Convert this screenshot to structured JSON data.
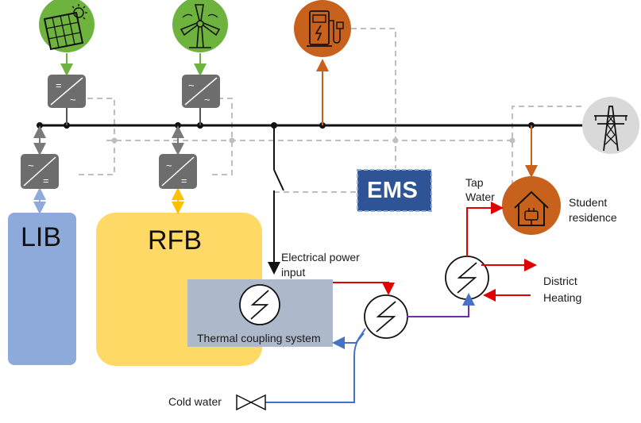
{
  "labels": {
    "lib": "LIB",
    "rfb": "RFB",
    "ems": "EMS",
    "thermal_coupling": "Thermal coupling system",
    "electrical_power_input_line1": "Electrical power",
    "electrical_power_input_line2": "input",
    "tap_water_line1": "Tap",
    "tap_water_line2": "Water",
    "student_residence_line1": "Student",
    "student_residence_line2": "residence",
    "district_heating_line1": "District",
    "district_heating_line2": "Heating",
    "cold_water": "Cold water"
  },
  "icons": [
    "solar-panel-icon",
    "wind-turbine-icon",
    "ev-charger-icon",
    "power-grid-pylon-icon",
    "house-plug-icon",
    "dc-dc-converter-icon",
    "dc-ac-inverter-icon",
    "heat-exchanger-icon",
    "valve-icon"
  ],
  "colors": {
    "generation": "#6fb33f",
    "ev_residence": "#c8611b",
    "grid": "#d9d9d9",
    "lib": "#8eaadb",
    "rfb": "#ffd966",
    "ems": "#2f5496",
    "thermal": "#adb9ca",
    "hot": "#e00000",
    "cold": "#4472c4",
    "mixed": "#7030a0",
    "converter": "#6d6d6d",
    "control": "#bfbfbf"
  }
}
